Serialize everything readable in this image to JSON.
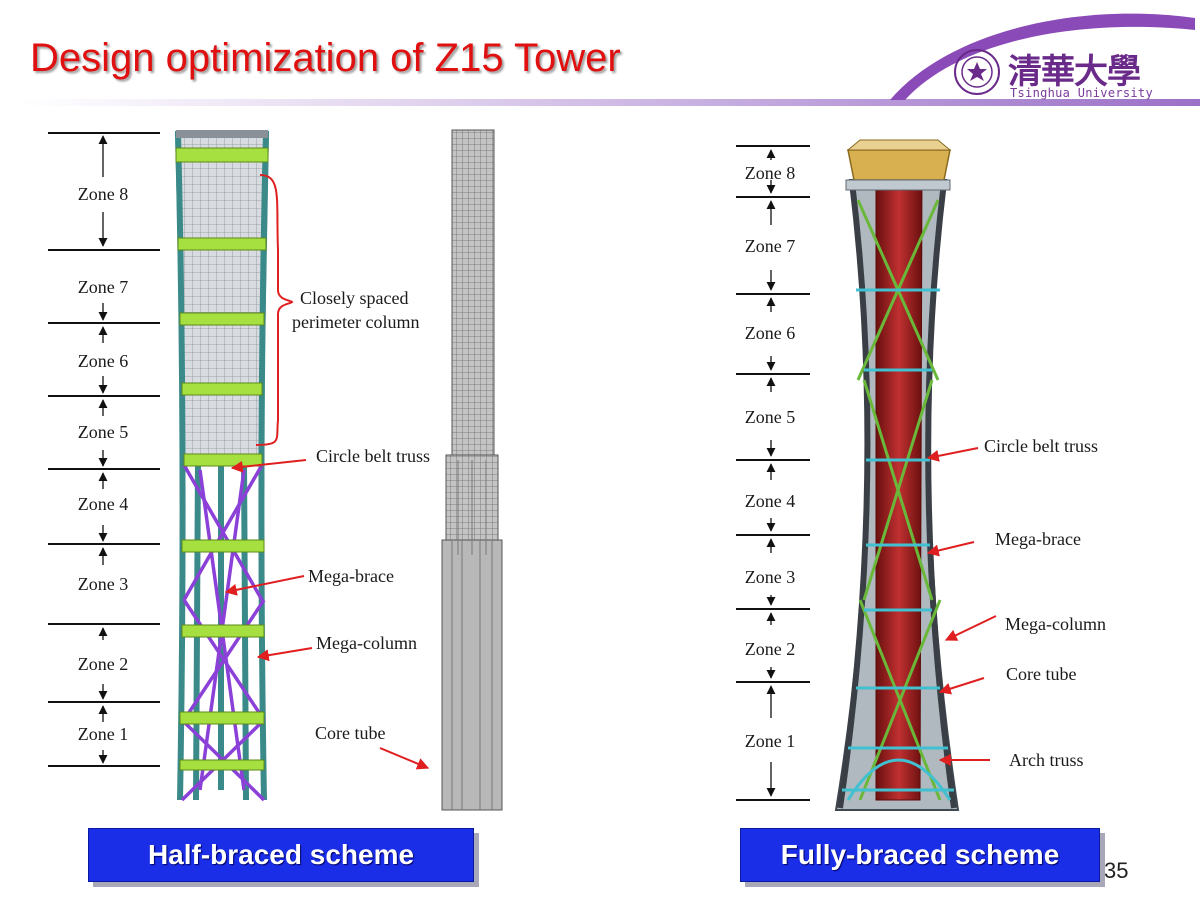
{
  "slide": {
    "title": "Design optimization of Z15 Tower",
    "page_number": "35"
  },
  "logo": {
    "chinese_name": "清華大學",
    "english_name": "Tsinghua University"
  },
  "left": {
    "zones": [
      "Zone 8",
      "Zone 7",
      "Zone 6",
      "Zone 5",
      "Zone 4",
      "Zone 3",
      "Zone 2",
      "Zone 1"
    ],
    "callouts": {
      "perimeter_line1": "Closely spaced",
      "perimeter_line2": "perimeter column",
      "belt_truss": "Circle belt truss",
      "mega_brace": "Mega-brace",
      "mega_column": "Mega-column",
      "core_tube": "Core tube"
    },
    "scheme_label": "Half-braced scheme"
  },
  "right": {
    "zones": [
      "Zone 8",
      "Zone 7",
      "Zone 6",
      "Zone 5",
      "Zone 4",
      "Zone 3",
      "Zone 2",
      "Zone 1"
    ],
    "callouts": {
      "belt_truss": "Circle belt truss",
      "mega_brace": "Mega-brace",
      "mega_column": "Mega-column",
      "core_tube": "Core tube",
      "arch_truss": "Arch truss"
    },
    "scheme_label": "Fully-braced scheme"
  },
  "colors": {
    "title": "#e01010",
    "scheme_box": "#1a2ee8",
    "header_band": "#9b70c8",
    "logo": "#6a2a8a",
    "belt_truss": "#a6e040",
    "mega_brace": "#8b40d8",
    "mega_column": "#3a8a8a",
    "core_red": "#b02020",
    "callout_arrow": "#e02020"
  }
}
